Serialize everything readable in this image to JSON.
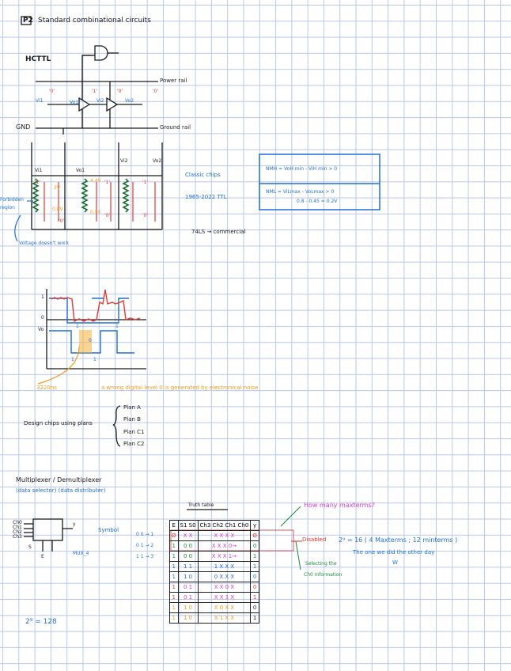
{
  "header": {
    "section": "P2",
    "title": "Standard combinational circuits"
  },
  "hcttl": {
    "label": "HCTTL",
    "power_rail": "Power rail",
    "ground_rail": "Ground rail",
    "gnd": "GND",
    "bits": [
      "'0'",
      "'1'",
      "'0'",
      "'0'"
    ],
    "signals": [
      "Vi1",
      "Vo1",
      "Vi2",
      "Vo2"
    ]
  },
  "levels": {
    "cols": [
      "Vi1",
      "Vo1",
      "Vi2",
      "Vo2"
    ],
    "values": [
      "2V",
      "0.8V",
      "4.4V",
      "0.5V"
    ],
    "bits": [
      "'1'",
      "'0'",
      "'1'",
      "'0'",
      "'1'",
      "'0'"
    ],
    "forbidden": "Forbidden region",
    "note": "Voltage doesn't work"
  },
  "chips": {
    "title": "Classic chips",
    "years": "1965-2022 TTL",
    "commercial": "74LS → commercial"
  },
  "noise_margin": {
    "nmh": "NMH = VoH min - ViH min > 0",
    "nml": "NML = ViLmax - VoLmax > 0",
    "nml_calc": "0.8  -  0.45 =  0.2V"
  },
  "waveform": {
    "labels": [
      "1",
      "0",
      "Vo"
    ],
    "time_marks": [
      "1",
      "0",
      "1",
      "1",
      "1"
    ],
    "duration": "3220ns",
    "caption": "a wrong digital level 0 is generated by electronical noise"
  },
  "design": {
    "text": "Design chips using plans",
    "plans": [
      "Plan A",
      "Plan B",
      "Plan C1",
      "Plan C2"
    ]
  },
  "mux": {
    "title": "Multiplexer / Demultiplexer",
    "subtitle": "(data selector)   (data distributer)",
    "inputs": [
      "Ch0",
      "Ch1",
      "Ch2",
      "Ch3"
    ],
    "y": "y",
    "symbol": "Symbol",
    "name": "MUX_4",
    "sel": "S",
    "en": "E",
    "bit_rows": [
      "0 0 → 1",
      "0 1 → 2",
      "1 1 → 3"
    ],
    "power": "2⁹ = 128"
  },
  "truth_table": {
    "title": "Truth table",
    "headers": [
      "E",
      "S1 S0",
      "Ch3 Ch2 Ch1 Ch0",
      "y"
    ],
    "rows": [
      [
        "Ø",
        "X X",
        "X  X  X  X",
        "Ø"
      ],
      [
        "1",
        "0 0",
        "X  X  X  0→",
        "0"
      ],
      [
        "1",
        "0 0",
        "X  X  X  1→",
        "1"
      ],
      [
        "1",
        "1 1",
        "1  X  X  X",
        "1"
      ],
      [
        "1",
        "1 0",
        "0  X  X  X",
        "0"
      ],
      [
        "1",
        "0 1",
        "X  X  0  X",
        "0"
      ],
      [
        "1",
        "0 1",
        "X  X  1  X",
        "1"
      ],
      [
        "1",
        "1 0",
        "X  0  X  X",
        "0"
      ],
      [
        "1",
        "1 0",
        "X  1  X  X",
        "1"
      ]
    ],
    "question": "How many maxterms?",
    "disabled": "Disabled",
    "answer": "2⁹ = 16  ( 4 Maxterms ; 12 minterms )",
    "note": "The one we did the other day",
    "note2": "W",
    "selecting": "Selecting the",
    "info": "Ch0 information"
  }
}
